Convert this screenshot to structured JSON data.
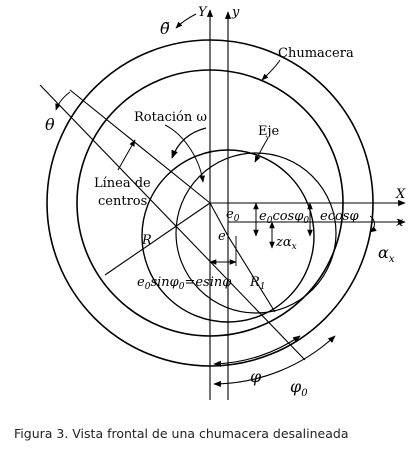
{
  "labels": {
    "theta_tilde": "θ̃",
    "Y_upper": "Y",
    "y_lower": "y",
    "chumacera": "Chumacera",
    "theta": "θ",
    "rotacion": "Rotación ω",
    "eje": "Eje",
    "linea_1": "Línea de",
    "linea_2": "centros",
    "X_upper": "X",
    "x_lower": "x",
    "e0": "e",
    "e0_sub": "0",
    "e0cos": "e",
    "e0cos_sub": "0",
    "e0cos_rest": "cosφ",
    "e0cos_sub2": "0",
    "ecos": "ecosφ",
    "R": "R",
    "e": "e",
    "z_alpha": "zα",
    "z_alpha_sub": "x",
    "alpha_x": "α",
    "alpha_x_sub": "x",
    "formula_a": "e",
    "formula_a_sub": "0",
    "formula_b": "sinφ",
    "formula_b_sub": "0",
    "formula_c": "=esinφ",
    "R1": "R",
    "R1_sub": "1",
    "phi": "φ",
    "phi0": "φ",
    "phi0_sub": "0"
  },
  "caption": "Figura 3. Vista frontal de una chumacera desalineada"
}
